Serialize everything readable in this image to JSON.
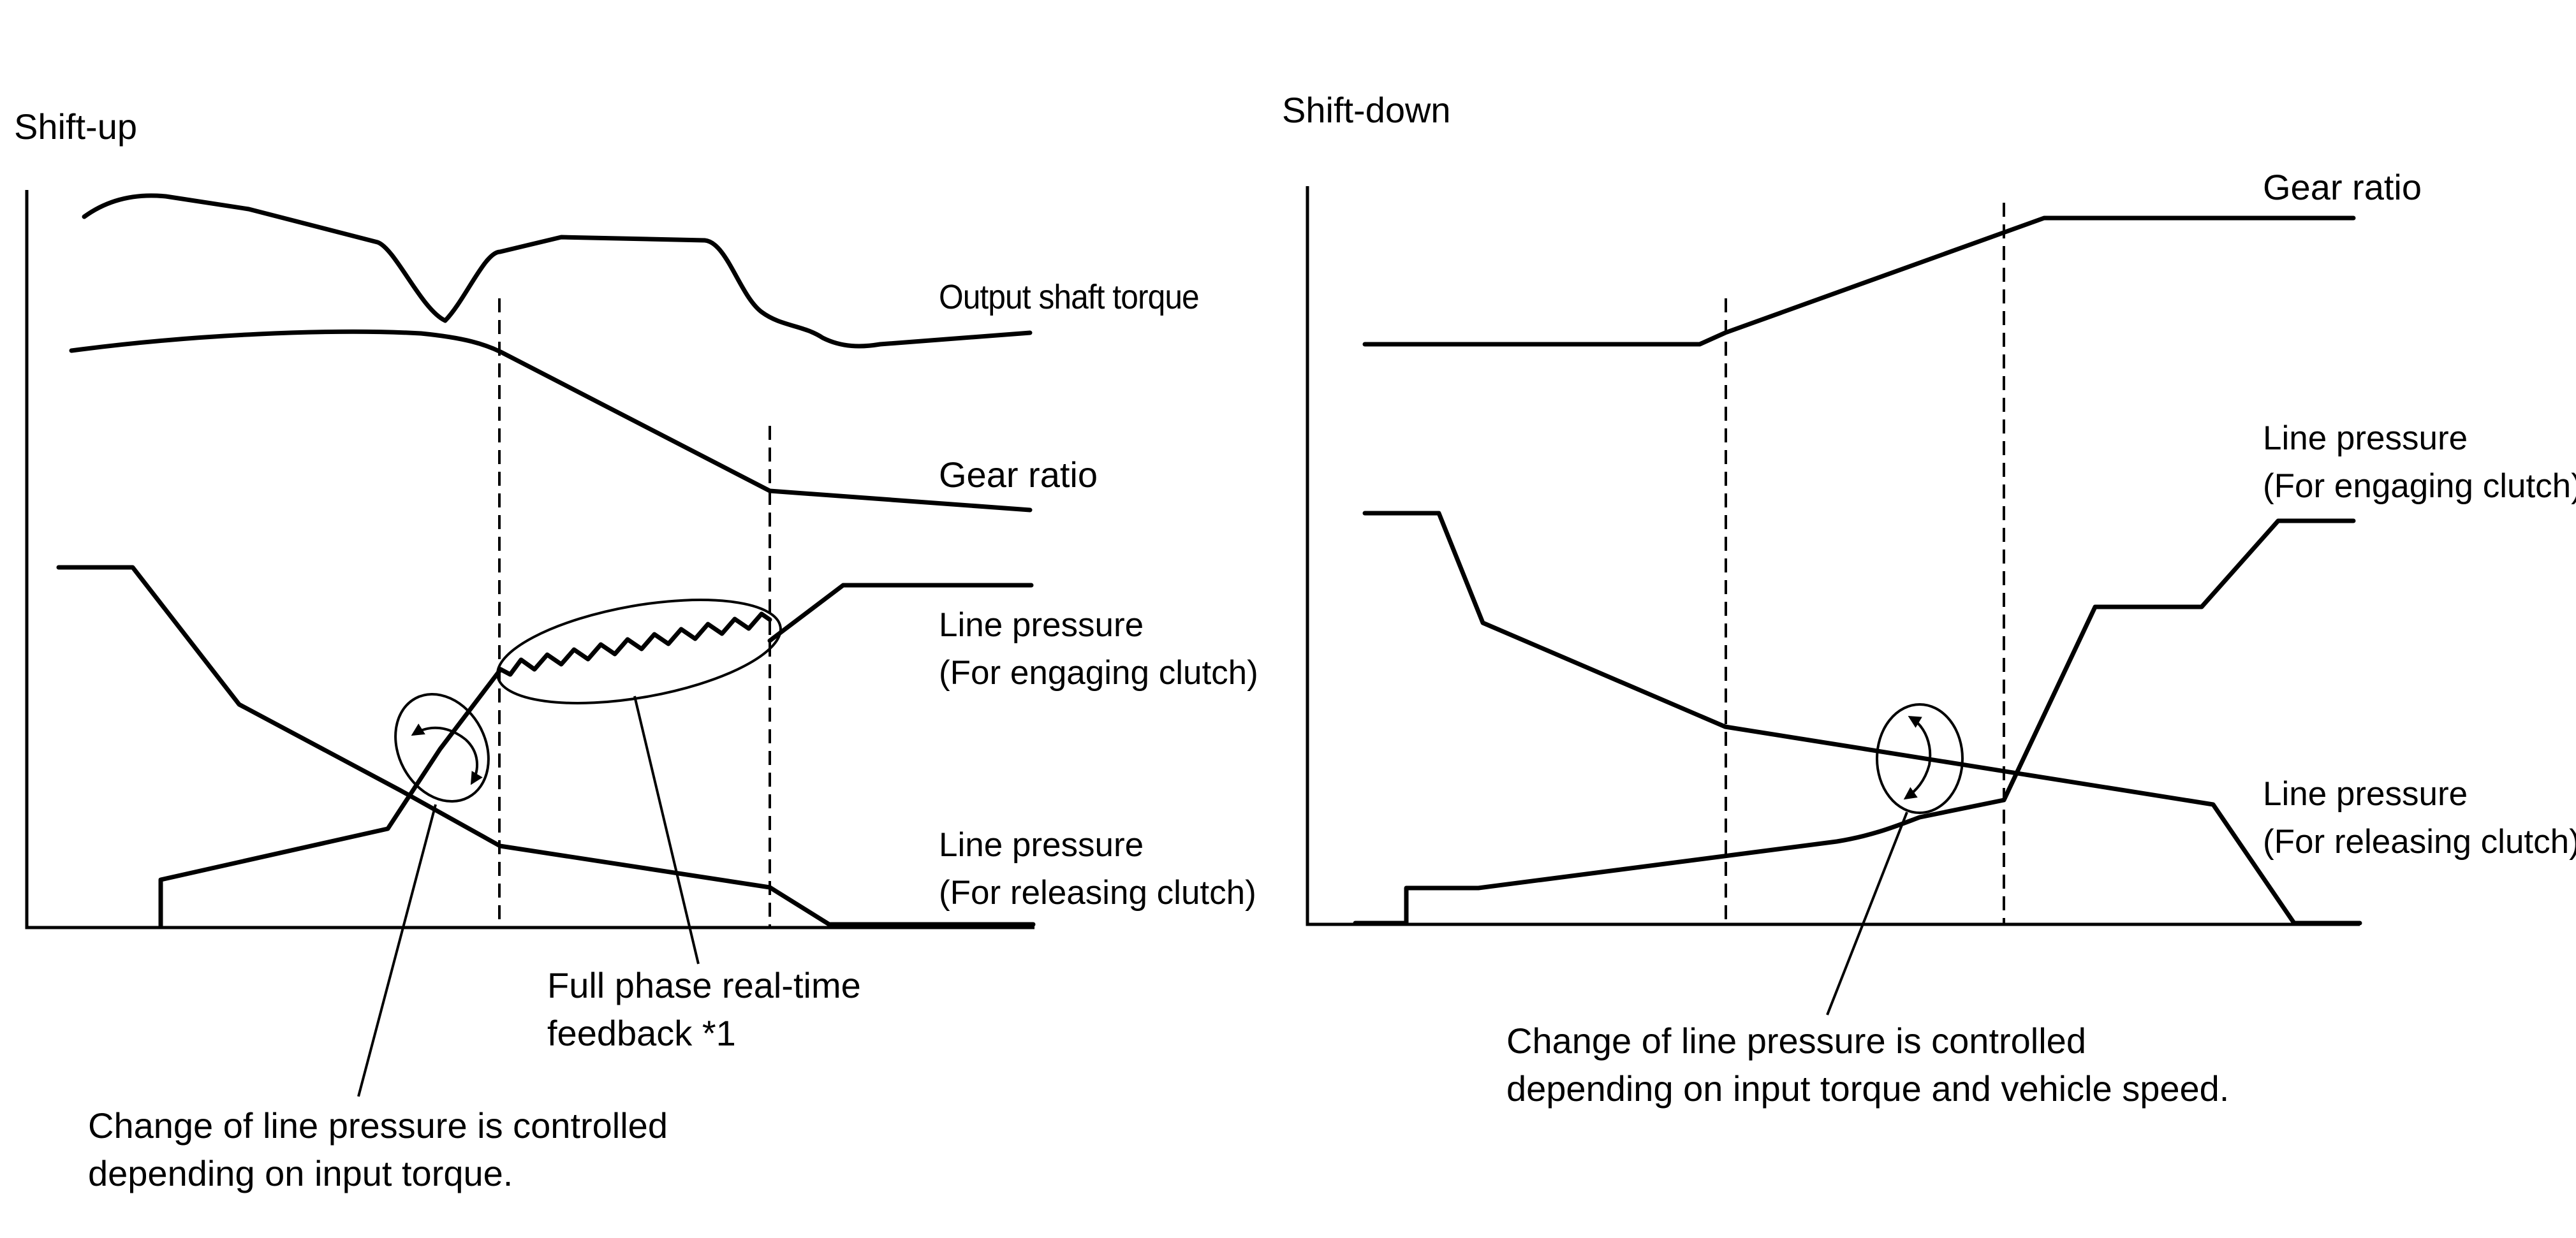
{
  "left_panel": {
    "title": "Shift-up",
    "labels": {
      "output_torque": "Output shaft torque",
      "gear_ratio": "Gear ratio",
      "lp_engaging_1": "Line pressure",
      "lp_engaging_2": "(For engaging clutch)",
      "lp_releasing_1": "Line pressure",
      "lp_releasing_2": "(For releasing clutch)"
    },
    "annotations": {
      "feedback_1": "Full phase real-time",
      "feedback_2": "feedback *1",
      "note_1": "Change of line pressure is controlled",
      "note_2": "depending on input torque."
    }
  },
  "right_panel": {
    "title": "Shift-down",
    "labels": {
      "gear_ratio": "Gear ratio",
      "lp_engaging_1": "Line pressure",
      "lp_engaging_2": "(For engaging clutch)",
      "lp_releasing_1": "Line pressure",
      "lp_releasing_2": "(For releasing clutch)"
    },
    "annotations": {
      "note_1": "Change of line pressure is controlled",
      "note_2": "depending on input torque and vehicle speed."
    }
  }
}
